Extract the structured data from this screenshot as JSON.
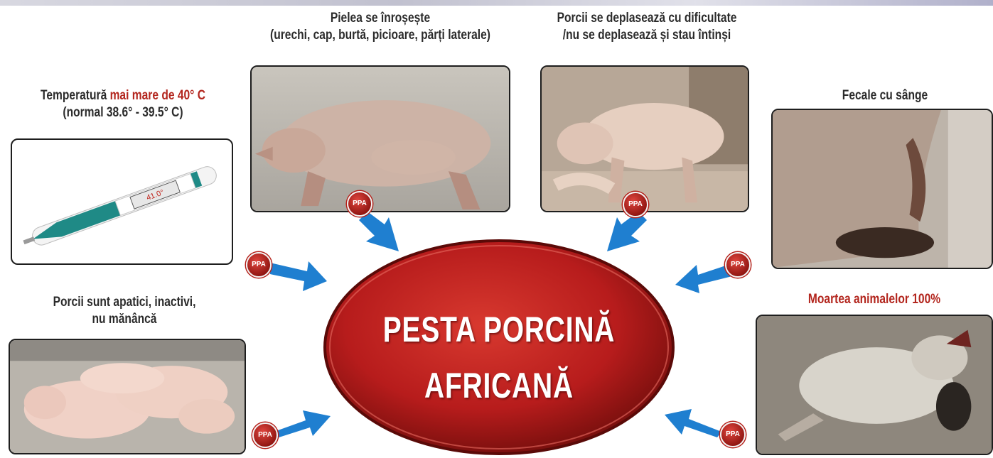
{
  "center": {
    "title_line1": "PESTA PORCINĂ",
    "title_line2": "AFRICANĂ",
    "color": "#b71c1c"
  },
  "badge_label": "PPA",
  "colors": {
    "arrow": "#1f7fd0",
    "highlight_text": "#b3261e",
    "badge": "#c0231b"
  },
  "symptoms": {
    "temperature": {
      "line1_a": "Temperatură",
      "line1_b": "mai mare de 40° C",
      "line2": "(normal 38.6° - 39.5° C)",
      "thermometer_display": "41.0°"
    },
    "skin": {
      "line1": "Pielea se înroșește",
      "line2": "(urechi, cap,  burtă, picioare, părți laterale)"
    },
    "movement": {
      "line1": "Porcii se deplasează cu dificultate",
      "line2": "/nu se deplasează și stau întinși"
    },
    "feces": {
      "line1": "Fecale cu sânge"
    },
    "apathy": {
      "line1": "Porcii sunt apatici, inactivi,",
      "line2": "nu mănâncă"
    },
    "death": {
      "line1": "Moartea animalelor 100%"
    }
  }
}
